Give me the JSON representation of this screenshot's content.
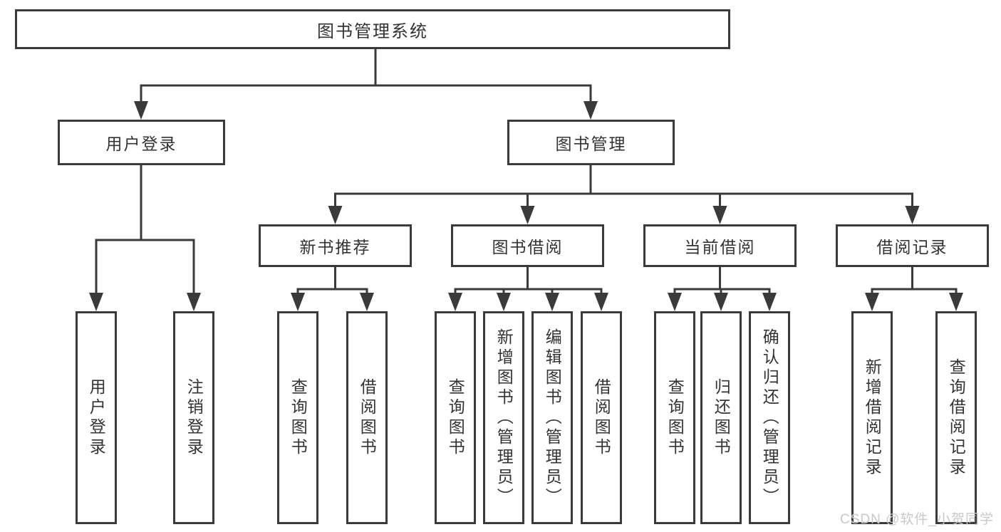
{
  "diagram": {
    "root": {
      "label": "图书管理系统"
    },
    "level2": [
      {
        "label": "用户登录"
      },
      {
        "label": "图书管理"
      }
    ],
    "level3": [
      {
        "label": "新书推荐"
      },
      {
        "label": "图书借阅"
      },
      {
        "label": "当前借阅"
      },
      {
        "label": "借阅记录"
      }
    ],
    "leaves": {
      "user_login": [
        "用户登录",
        "注销登录"
      ],
      "new_book_recommend": [
        "查询图书",
        "借阅图书"
      ],
      "book_borrow": [
        "查询图书",
        "新增图书（管理员）",
        "编辑图书（管理员）",
        "借阅图书"
      ],
      "current_borrow": [
        "查询图书",
        "归还图书",
        "确认归还（管理员）"
      ],
      "borrow_record": [
        "新增借阅记录",
        "查询借阅记录"
      ]
    }
  },
  "watermark": {
    "text": "CSDN @软件_小贺同学"
  },
  "colors": {
    "line": "#3a3a3a",
    "background": "#ffffff",
    "text": "#333333",
    "watermark": "#c9c9c9"
  }
}
